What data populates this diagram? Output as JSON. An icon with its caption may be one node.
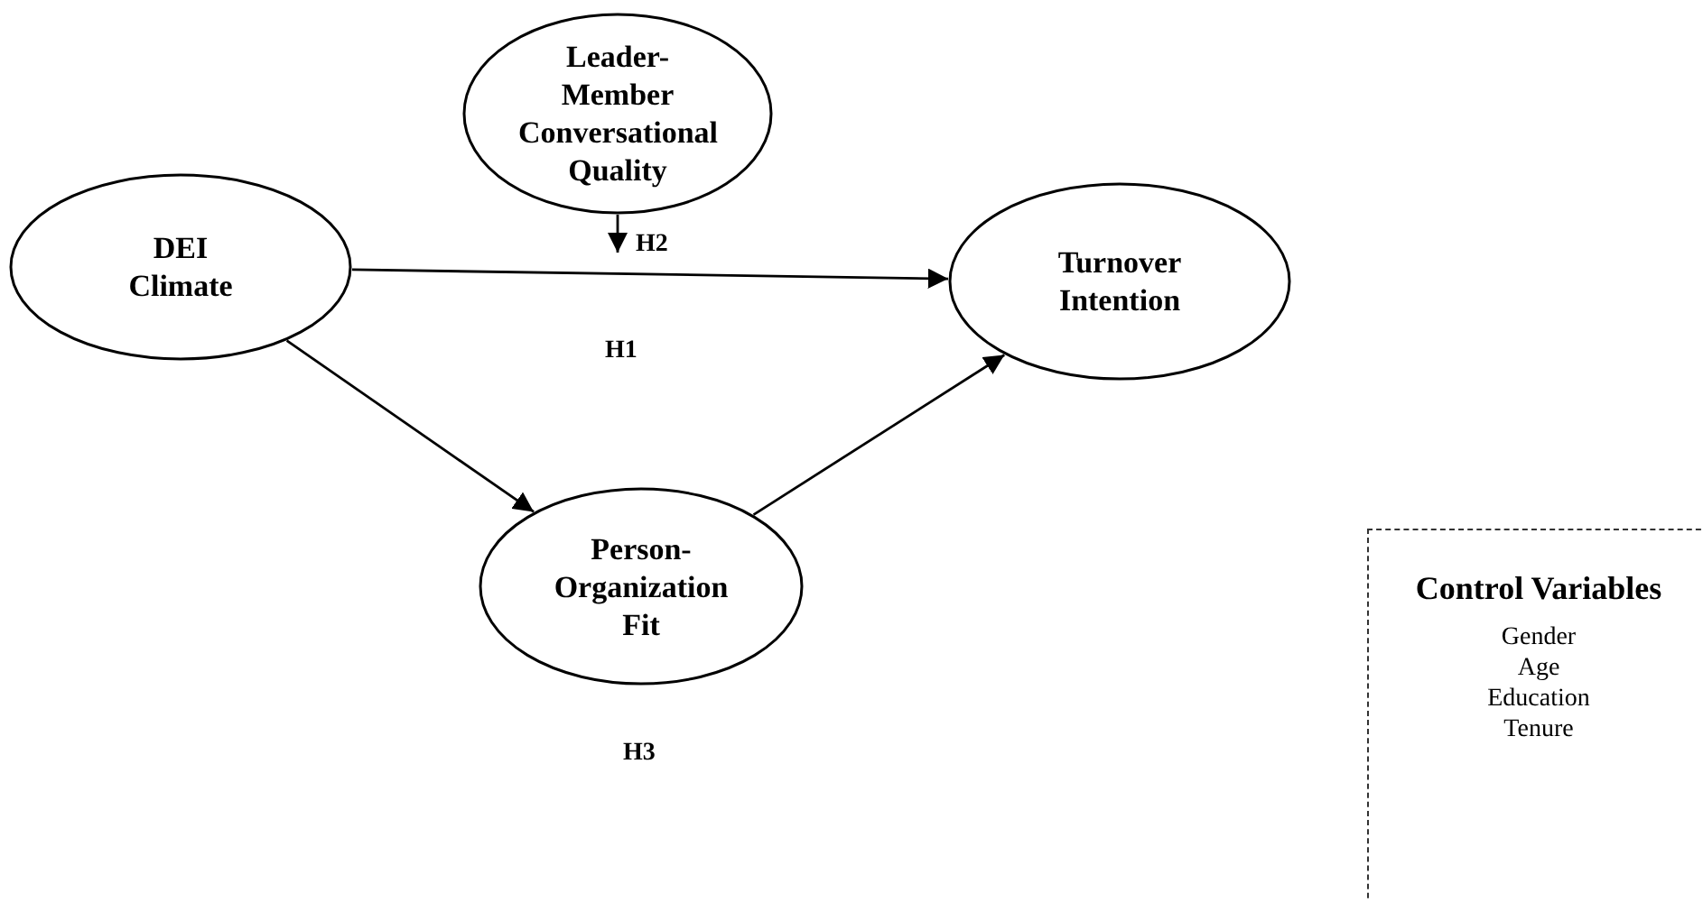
{
  "diagram": {
    "nodes": [
      {
        "text": [
          "Leader-Member Conversational Quality"
        ]
      },
      {
        "text": [
          "DEI Climate"
        ]
      },
      {
        "text": [
          "Turnover Intention"
        ]
      },
      {
        "text": [
          "Person-Organization Fit"
        ],
        "beside": [
          "H3"
        ]
      },
      {
        "text": [
          "Control Variables",
          "Gender",
          "Age",
          "Education",
          "Tenure"
        ]
      }
    ],
    "edges": [
      {
        "from": 1,
        "to": 2,
        "arrow": "to",
        "label": "H1"
      },
      {
        "from": 0,
        "to": null,
        "arrow": "to",
        "label": "H2"
      },
      {
        "from": 1,
        "to": 3,
        "arrow": "to"
      },
      {
        "from": 3,
        "to": 2,
        "arrow": "to"
      }
    ]
  }
}
